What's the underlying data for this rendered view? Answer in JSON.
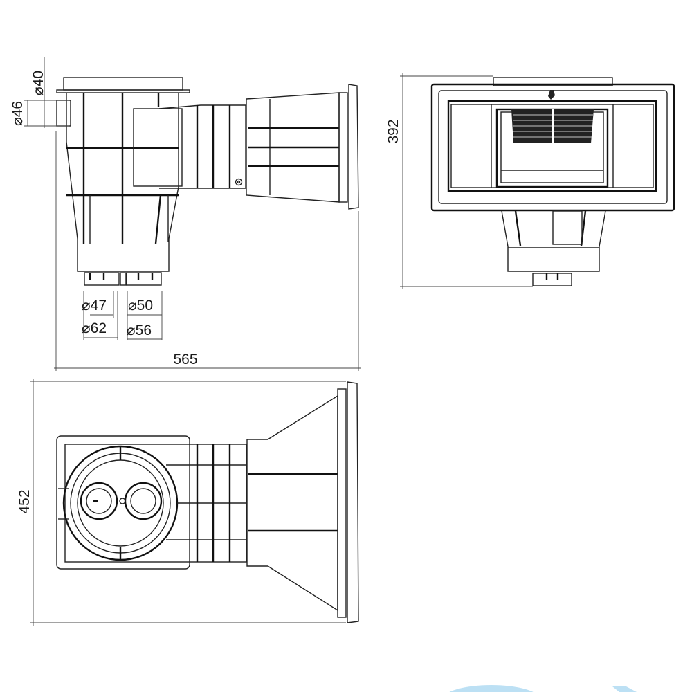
{
  "drawing": {
    "subject": "pool skimmer technical drawing",
    "views": {
      "side": {
        "dimensions": {
          "overall_width": "565",
          "inlet_outer": "⌀46",
          "inlet_inner": "⌀40",
          "bottom_left_inner": "⌀47",
          "bottom_left_outer": "⌀62",
          "bottom_right_inner": "⌀50",
          "bottom_right_outer": "⌀56"
        }
      },
      "front": {
        "dimensions": {
          "overall_height": "392"
        }
      },
      "top": {
        "dimensions": {
          "overall_depth": "452"
        }
      }
    },
    "colors": {
      "line": "#222222",
      "background": "#ffffff",
      "watermark": "#9fd3ef"
    }
  }
}
